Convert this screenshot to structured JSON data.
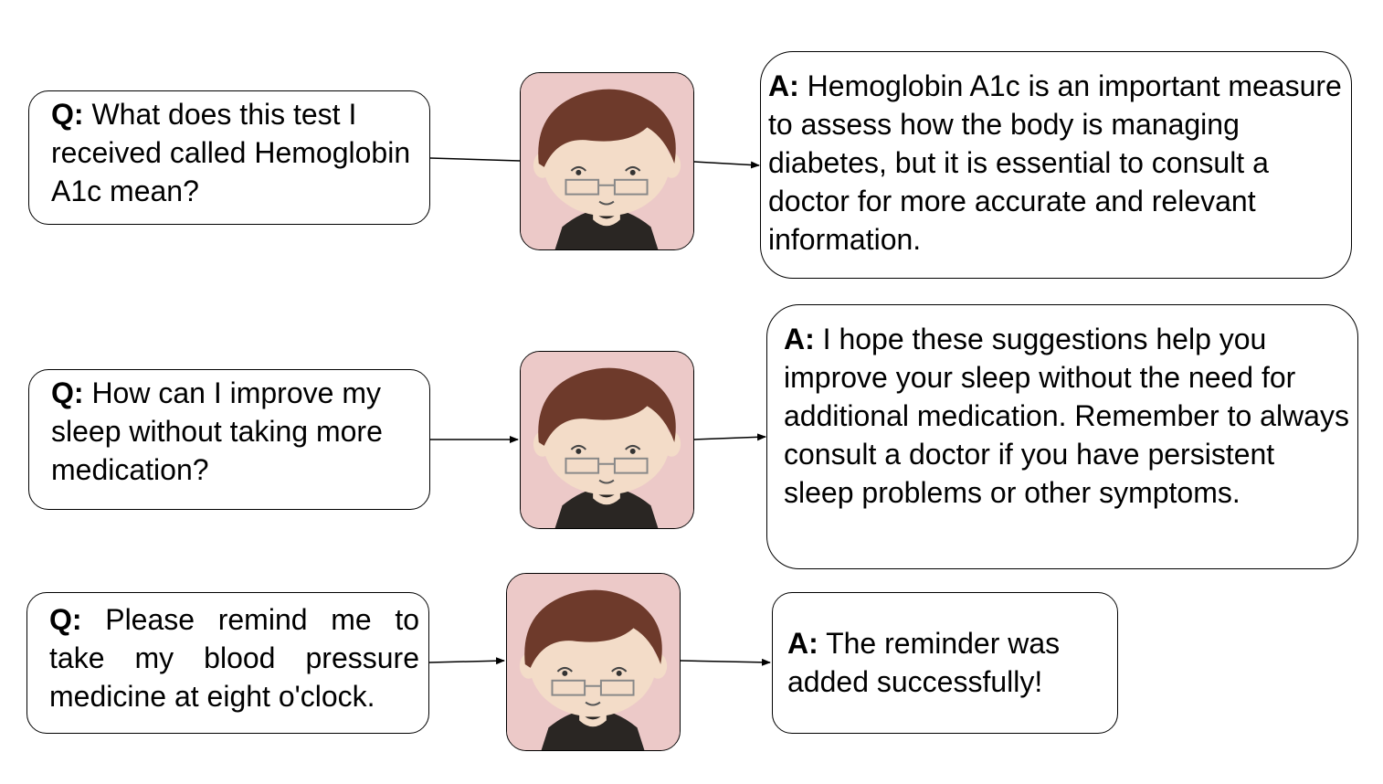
{
  "colors": {
    "avatar_bg": "#ecc9c8",
    "hair": "#6e3a2b",
    "skin": "#f3dcc8",
    "shirt": "#2a2623"
  },
  "icon": "person-avatar-icon",
  "rows": [
    {
      "question": {
        "prefix": "Q:",
        "text": "What does this test I received called Hemoglobin A1c mean?"
      },
      "answer": {
        "prefix": "A:",
        "text": "Hemoglobin A1c is an important measure to assess how the body is managing diabetes, but it is essential to consult a doctor for more accurate and relevant information."
      }
    },
    {
      "question": {
        "prefix": "Q:",
        "text": "How can I improve my sleep without taking more medication?"
      },
      "answer": {
        "prefix": "A:",
        "text": "I hope these suggestions help you improve your sleep without the need for additional medication. Remember to always consult a doctor if you have persistent sleep problems or other symptoms."
      }
    },
    {
      "question": {
        "prefix": "Q:",
        "text": "Please remind me to take my blood pressure medicine at eight o'clock."
      },
      "answer": {
        "prefix": "A:",
        "text": "The reminder was added successfully!"
      }
    }
  ]
}
